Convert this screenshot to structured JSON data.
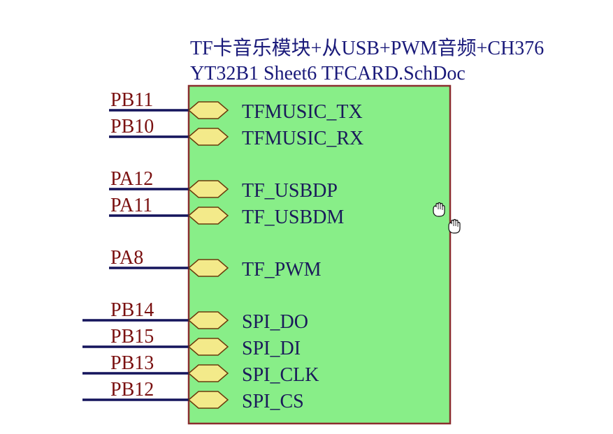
{
  "sheet_symbol": {
    "title_line1": "TF卡音乐模块+从USB+PWM音频+CH376",
    "title_line2": "YT32B1  Sheet6  TFCARD.SchDoc",
    "colors": {
      "body_fill": "#88ee88",
      "body_border": "#8a2e2e",
      "port_fill": "#f3ea8a",
      "wire": "#14145c",
      "net_label": "#7a1010",
      "title": "#1a1a7a"
    },
    "ports": [
      {
        "net": "PB11",
        "name": "TFMUSIC_TX"
      },
      {
        "net": "PB10",
        "name": "TFMUSIC_RX"
      },
      {
        "net": "PA12",
        "name": "TF_USBDP"
      },
      {
        "net": "PA11",
        "name": "TF_USBDM"
      },
      {
        "net": "PA8",
        "name": "TF_PWM"
      },
      {
        "net": "PB14",
        "name": "SPI_DO"
      },
      {
        "net": "PB15",
        "name": "SPI_DI"
      },
      {
        "net": "PB13",
        "name": "SPI_CLK"
      },
      {
        "net": "PB12",
        "name": "SPI_CS"
      }
    ]
  },
  "cursor": {
    "icon": "hand-grab-icon"
  }
}
